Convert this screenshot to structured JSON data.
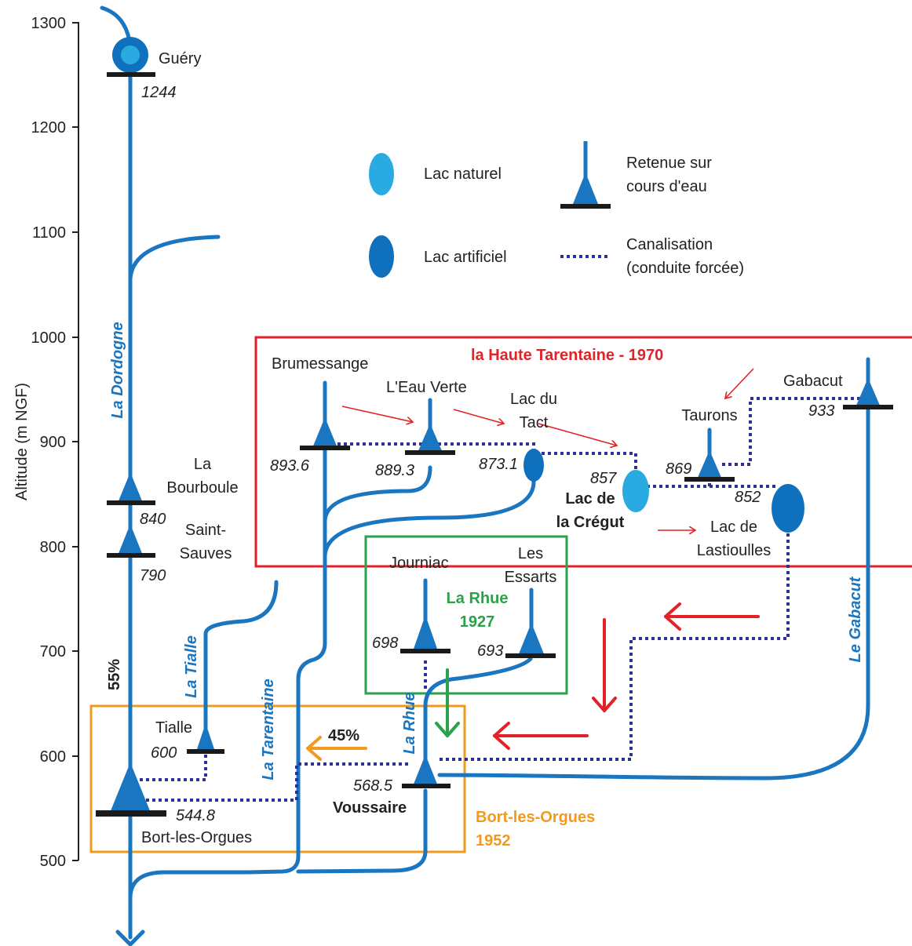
{
  "axis": {
    "label": "Altitude (m NGF)",
    "ticks": [
      "1300",
      "1200",
      "1100",
      "1000",
      "900",
      "800",
      "700",
      "600",
      "500"
    ]
  },
  "rivers": {
    "dordogne": "La Dordogne",
    "tialle": "La Tialle",
    "tarentaine": "La Tarentaine",
    "rhue": "La Rhue",
    "gabacut": "Le Gabacut"
  },
  "legend": {
    "lac_naturel": "Lac naturel",
    "lac_artificiel": "Lac artificiel",
    "retenue_line1": "Retenue sur",
    "retenue_line2": "cours d'eau",
    "canal_line1": "Canalisation",
    "canal_line2": "(conduite forcée)"
  },
  "zones": {
    "haute_tarentaine": "la Haute Tarentaine - 1970",
    "rhue_line1": "La Rhue",
    "rhue_line2": "1927",
    "bort_line1": "Bort-les-Orgues",
    "bort_line2": "1952"
  },
  "sites": {
    "guery": {
      "name": "Guéry",
      "alt": "1244"
    },
    "bourboule": {
      "line1": "La",
      "line2": "Bourboule",
      "alt": "840"
    },
    "saint_sauves": {
      "line1": "Saint-",
      "line2": "Sauves",
      "alt": "790"
    },
    "tialle": {
      "name": "Tialle",
      "alt": "600"
    },
    "bort": {
      "name": "Bort-les-Orgues",
      "alt": "544.8"
    },
    "voussaire": {
      "name": "Voussaire",
      "alt": "568.5"
    },
    "journiac": {
      "name": "Journiac",
      "alt": "698"
    },
    "essarts": {
      "line1": "Les",
      "line2": "Essarts",
      "alt": "693"
    },
    "brumessange": {
      "name": "Brumessange",
      "alt": "893.6"
    },
    "eau_verte": {
      "name": "L'Eau Verte",
      "alt": "889.3"
    },
    "tact": {
      "line1": "Lac du",
      "line2": "Tact",
      "alt": "873.1"
    },
    "cregut": {
      "line1": "Lac de",
      "line2": "la Crégut",
      "alt": "857"
    },
    "taurons": {
      "name": "Taurons",
      "alt": "869"
    },
    "lastioulles": {
      "line1": "Lac de",
      "line2": "Lastioulles",
      "alt": "852"
    },
    "gabacut": {
      "name": "Gabacut",
      "alt": "933"
    }
  },
  "flows": {
    "left": "55%",
    "right": "45%"
  },
  "colors": {
    "river": "#1a76c0",
    "natural_lake": "#29abe2",
    "artificial_lake": "#0f70bd",
    "dam_base": "#1a1a1a",
    "canal": "#2e3192",
    "red": "#e32228",
    "green": "#2aa14a",
    "orange": "#f29a1e"
  }
}
